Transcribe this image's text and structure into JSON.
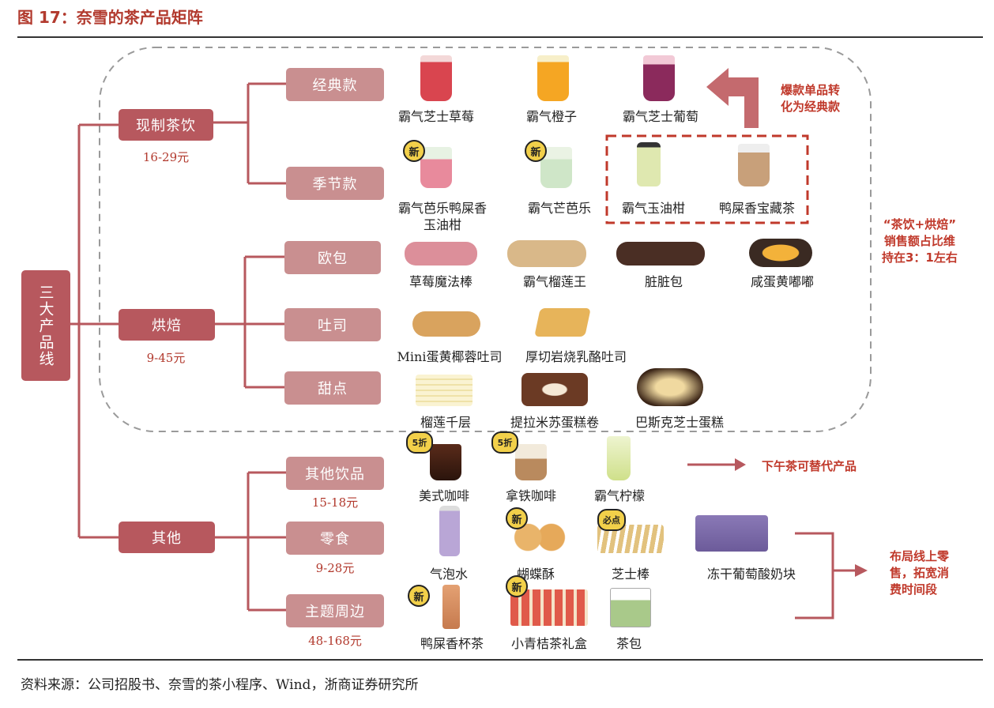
{
  "title": "图 17：奈雪的茶产品矩阵",
  "root": "三大产品线",
  "lines": [
    {
      "name": "现制茶饮",
      "price": "16-29元"
    },
    {
      "name": "烘焙",
      "price": "9-45元"
    },
    {
      "name": "其他",
      "price": ""
    }
  ],
  "subcats": {
    "classic": "经典款",
    "seasonal": "季节款",
    "bread": "欧包",
    "toast": "吐司",
    "dessert": "甜点",
    "drinks": "其他饮品",
    "drinks_price": "15-18元",
    "snacks": "零食",
    "snacks_price": "9-28元",
    "merch": "主题周边",
    "merch_price": "48-168元"
  },
  "products": {
    "classic": [
      "霸气芝士草莓",
      "霸气橙子",
      "霸气芝士葡萄"
    ],
    "seasonal": [
      "霸气芭乐鸭屎香\n玉油柑",
      "霸气芒芭乐",
      "霸气玉油柑",
      "鸭屎香宝藏茶"
    ],
    "bread": [
      "草莓魔法棒",
      "霸气榴莲王",
      "脏脏包",
      "咸蛋黄嘟嘟"
    ],
    "toast": [
      "Mini蛋黄椰蓉吐司",
      "厚切岩烧乳酪吐司"
    ],
    "dessert": [
      "榴莲千层",
      "提拉米苏蛋糕卷",
      "巴斯克芝士蛋糕"
    ],
    "drinks": [
      "美式咖啡",
      "拿铁咖啡",
      "霸气柠檬"
    ],
    "snacks": [
      "气泡水",
      "蝴蝶酥",
      "芝士棒",
      "冻干葡萄酸奶块"
    ],
    "merch": [
      "鸭屎香杯茶",
      "小青桔茶礼盒",
      "茶包"
    ]
  },
  "badges": {
    "new": "新",
    "discount": "5折",
    "must": "必点"
  },
  "notes": {
    "hit": "爆款单品转\n化为经典款",
    "ratio": "“茶饮+烘焙”\n销售额占比维\n持在3：1左右",
    "afternoon": "下午茶可替代产品",
    "online": "布局线上零\n售，拓宽消\n费时间段"
  },
  "source": "资料来源：公司招股书、奈雪的茶小程序、Wind，浙商证券研究所",
  "colors": {
    "accent": "#b23a2e",
    "box": "#c98f90",
    "box_dark": "#b7585e",
    "line": "#b7585e"
  }
}
